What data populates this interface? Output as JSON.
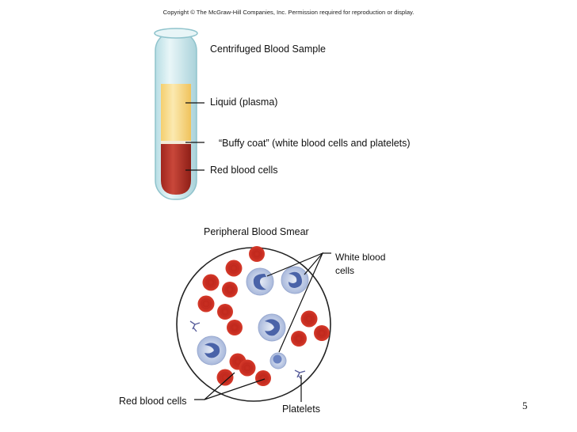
{
  "copyright": "Copyright © The McGraw-Hill Companies, Inc. Permission required for reproduction or display.",
  "tube": {
    "title": "Centrifuged Blood Sample",
    "plasma_label": "Liquid (plasma)",
    "buffy_label": "“Buffy coat” (white blood cells and platelets)",
    "rbc_label": "Red blood cells"
  },
  "smear": {
    "title": "Peripheral Blood Smear",
    "wbc_label": "White blood cells",
    "rbc_label": "Red blood cells",
    "platelets_label": "Platelets"
  },
  "page_number": "5",
  "colors": {
    "plasma": "#f7d98a",
    "red_cell": "#c9261c",
    "white_cell": "#b8c6e4",
    "tube_glass": "#cfe9ee"
  }
}
